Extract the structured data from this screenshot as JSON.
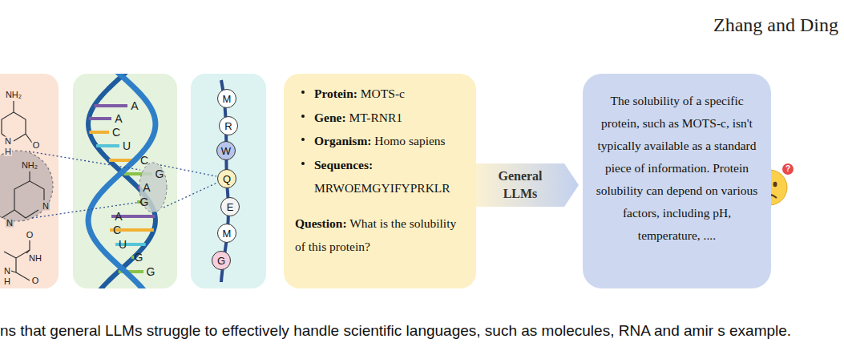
{
  "diagram": {
    "caption": "ns that general LLMs struggle to effectively handle scientific languages, such as molecules, RNA and amir s example.",
    "nodes": [
      {
        "text": [
          "M"
        ]
      },
      {
        "text": [
          "R"
        ]
      },
      {
        "text": [
          "W"
        ]
      },
      {
        "text": [
          "Q"
        ]
      },
      {
        "text": [
          "E"
        ]
      },
      {
        "text": [
          "M"
        ]
      },
      {
        "text": [
          "G"
        ]
      },
      {
        "text": [
          "Protein: MOTS-c",
          "Gene: MT-RNR1",
          "Organism: Homo sapiens",
          "Sequences: MRWOEMGYIFYPRKLR",
          "Question: What is the solubility of this protein?"
        ]
      },
      {
        "text": [
          "General LLMs"
        ]
      },
      {
        "text": [
          "The solubility of a specific protein, such as MOTS-c, isn't typically available as a standard piece of information. Protein solubility can depend on various factors, including pH, temperature, ...."
        ]
      }
    ],
    "labels": [
      "Zhang and Ding",
      "A",
      "A",
      "C",
      "U",
      "C",
      "G",
      "A",
      "G",
      "A",
      "C",
      "U",
      "G",
      "G",
      "NH₂",
      "N",
      "H",
      "O",
      "NH₂",
      "N",
      "N",
      "O",
      "NH",
      "O",
      "N",
      "H",
      "?"
    ]
  }
}
